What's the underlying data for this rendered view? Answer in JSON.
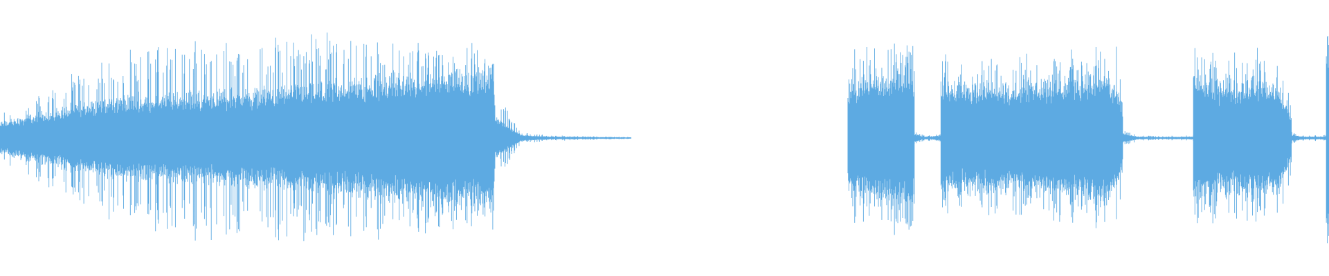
{
  "waveform": {
    "color": "#5DAAE2",
    "background": "#FFFFFF",
    "segments": [
      {
        "label": "segment-1",
        "start_fraction": 0.0,
        "end_fraction": 0.372,
        "peak_envelope": [
          0.18,
          0.26,
          0.34,
          0.44,
          0.52,
          0.58,
          0.62,
          0.65,
          0.67,
          0.69,
          0.7,
          0.7,
          0.69,
          0.68,
          0.67,
          0.66,
          0.65,
          0.64,
          0.62,
          0.6
        ],
        "body_envelope": [
          0.1,
          0.14,
          0.18,
          0.22,
          0.25,
          0.27,
          0.28,
          0.29,
          0.29,
          0.3,
          0.31,
          0.32,
          0.34,
          0.36,
          0.38,
          0.4,
          0.42,
          0.44,
          0.45,
          0.44
        ]
      },
      {
        "label": "tail-1",
        "start_fraction": 0.372,
        "end_fraction": 0.475,
        "peak_envelope": [
          0.32,
          0.04,
          0.02,
          0.015,
          0.01,
          0.008
        ],
        "body_envelope": [
          0.15,
          0.02,
          0.01,
          0.008,
          0.006,
          0.005
        ]
      },
      {
        "label": "segment-2",
        "start_fraction": 0.638,
        "end_fraction": 0.688,
        "peak_envelope": [
          0.55,
          0.6,
          0.62,
          0.64,
          0.66,
          0.68,
          0.65
        ],
        "body_envelope": [
          0.35,
          0.38,
          0.4,
          0.42,
          0.44,
          0.46,
          0.42
        ]
      },
      {
        "label": "gap-2",
        "start_fraction": 0.688,
        "end_fraction": 0.708,
        "peak_envelope": [
          0.05,
          0.02,
          0.02,
          0.03
        ],
        "body_envelope": [
          0.03,
          0.01,
          0.01,
          0.02
        ]
      },
      {
        "label": "segment-3",
        "start_fraction": 0.708,
        "end_fraction": 0.845,
        "peak_envelope": [
          0.62,
          0.5,
          0.5,
          0.52,
          0.54,
          0.55,
          0.56,
          0.57,
          0.58,
          0.6,
          0.62,
          0.7,
          0.5
        ],
        "body_envelope": [
          0.4,
          0.34,
          0.34,
          0.35,
          0.36,
          0.36,
          0.37,
          0.38,
          0.39,
          0.4,
          0.42,
          0.44,
          0.2
        ]
      },
      {
        "label": "gap-3",
        "start_fraction": 0.845,
        "end_fraction": 0.898,
        "peak_envelope": [
          0.06,
          0.02,
          0.015,
          0.015,
          0.015,
          0.02
        ],
        "body_envelope": [
          0.03,
          0.01,
          0.008,
          0.008,
          0.008,
          0.01
        ]
      },
      {
        "label": "segment-4",
        "start_fraction": 0.898,
        "end_fraction": 0.972,
        "peak_envelope": [
          0.68,
          0.58,
          0.56,
          0.56,
          0.58,
          0.6,
          0.58,
          0.54,
          0.3
        ],
        "body_envelope": [
          0.44,
          0.36,
          0.36,
          0.36,
          0.37,
          0.38,
          0.37,
          0.34,
          0.15
        ]
      },
      {
        "label": "tail-4",
        "start_fraction": 0.972,
        "end_fraction": 0.998,
        "peak_envelope": [
          0.04,
          0.02,
          0.02,
          0.02
        ],
        "body_envelope": [
          0.02,
          0.01,
          0.01,
          0.01
        ]
      },
      {
        "label": "edge-spike",
        "start_fraction": 0.998,
        "end_fraction": 1.0,
        "peak_envelope": [
          0.75,
          0.75
        ],
        "body_envelope": [
          0.7,
          0.7
        ]
      }
    ]
  }
}
